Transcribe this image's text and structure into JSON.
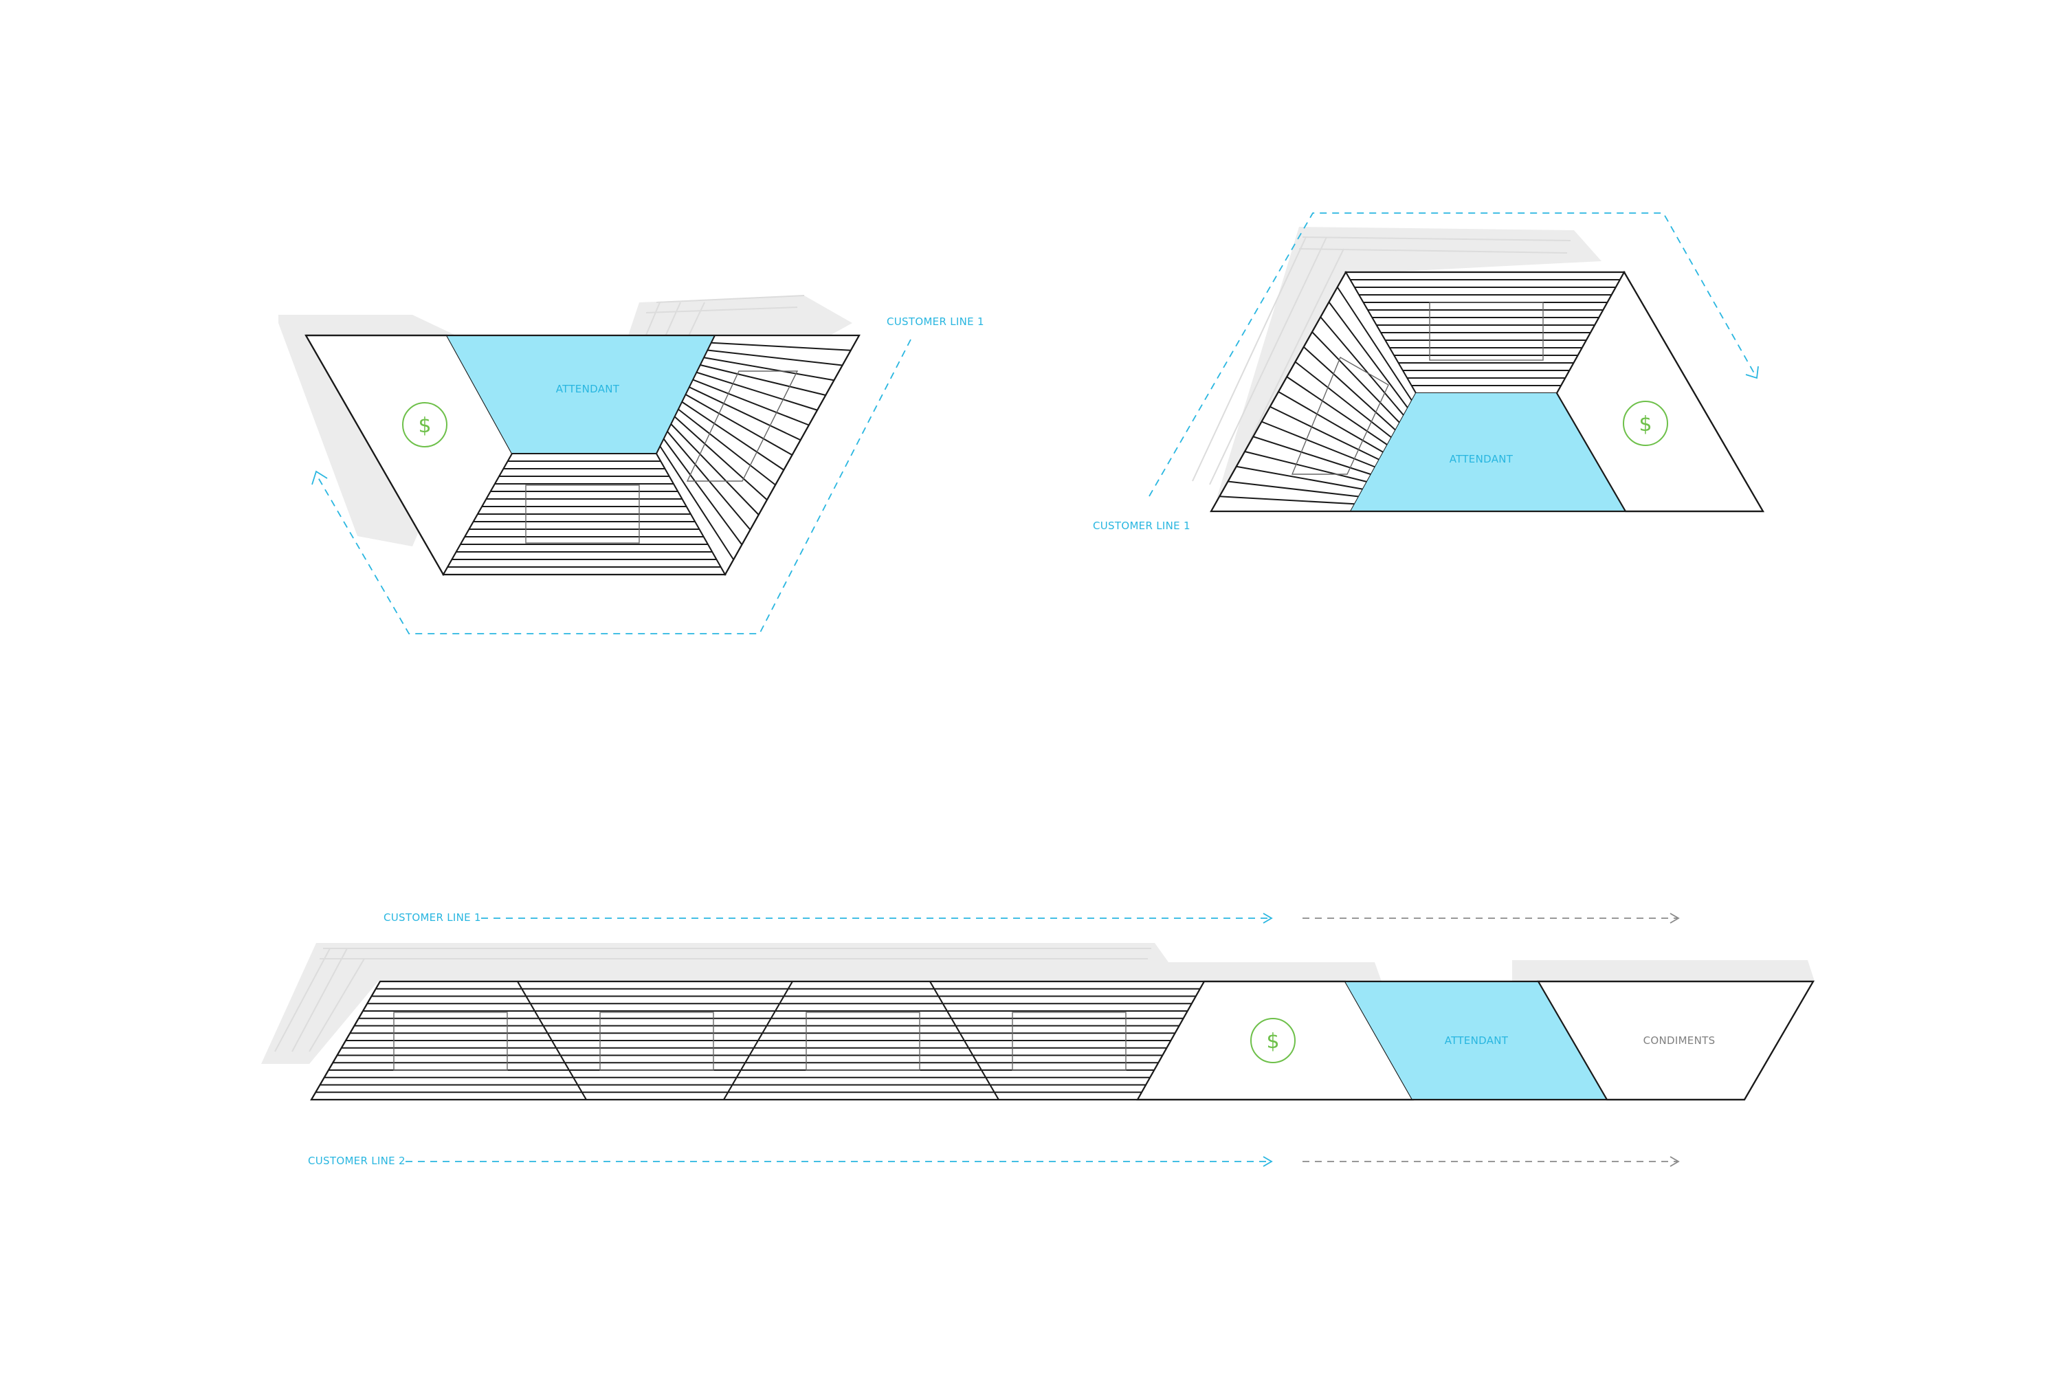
{
  "colors": {
    "attendant": "#9be6f8",
    "customer_line": "#29b6e0",
    "payment_icon": "#6ec04a",
    "secondary_line": "#8a8a8a",
    "outline": "#1a1a1a"
  },
  "layout_a": {
    "attendant_label": "ATTENDANT",
    "customer_line_label": "CUSTOMER LINE 1",
    "payment_symbol": "$"
  },
  "layout_b": {
    "attendant_label": "ATTENDANT",
    "customer_line_label": "CUSTOMER LINE 1",
    "payment_symbol": "$"
  },
  "layout_c": {
    "customer_line_1_label": "CUSTOMER LINE 1",
    "customer_line_2_label": "CUSTOMER LINE 2",
    "attendant_label": "ATTENDANT",
    "condiments_label": "CONDIMENTS",
    "payment_symbol": "$"
  },
  "icons": {
    "payment": "dollar-icon",
    "flow_arrow": "arrow-icon"
  }
}
